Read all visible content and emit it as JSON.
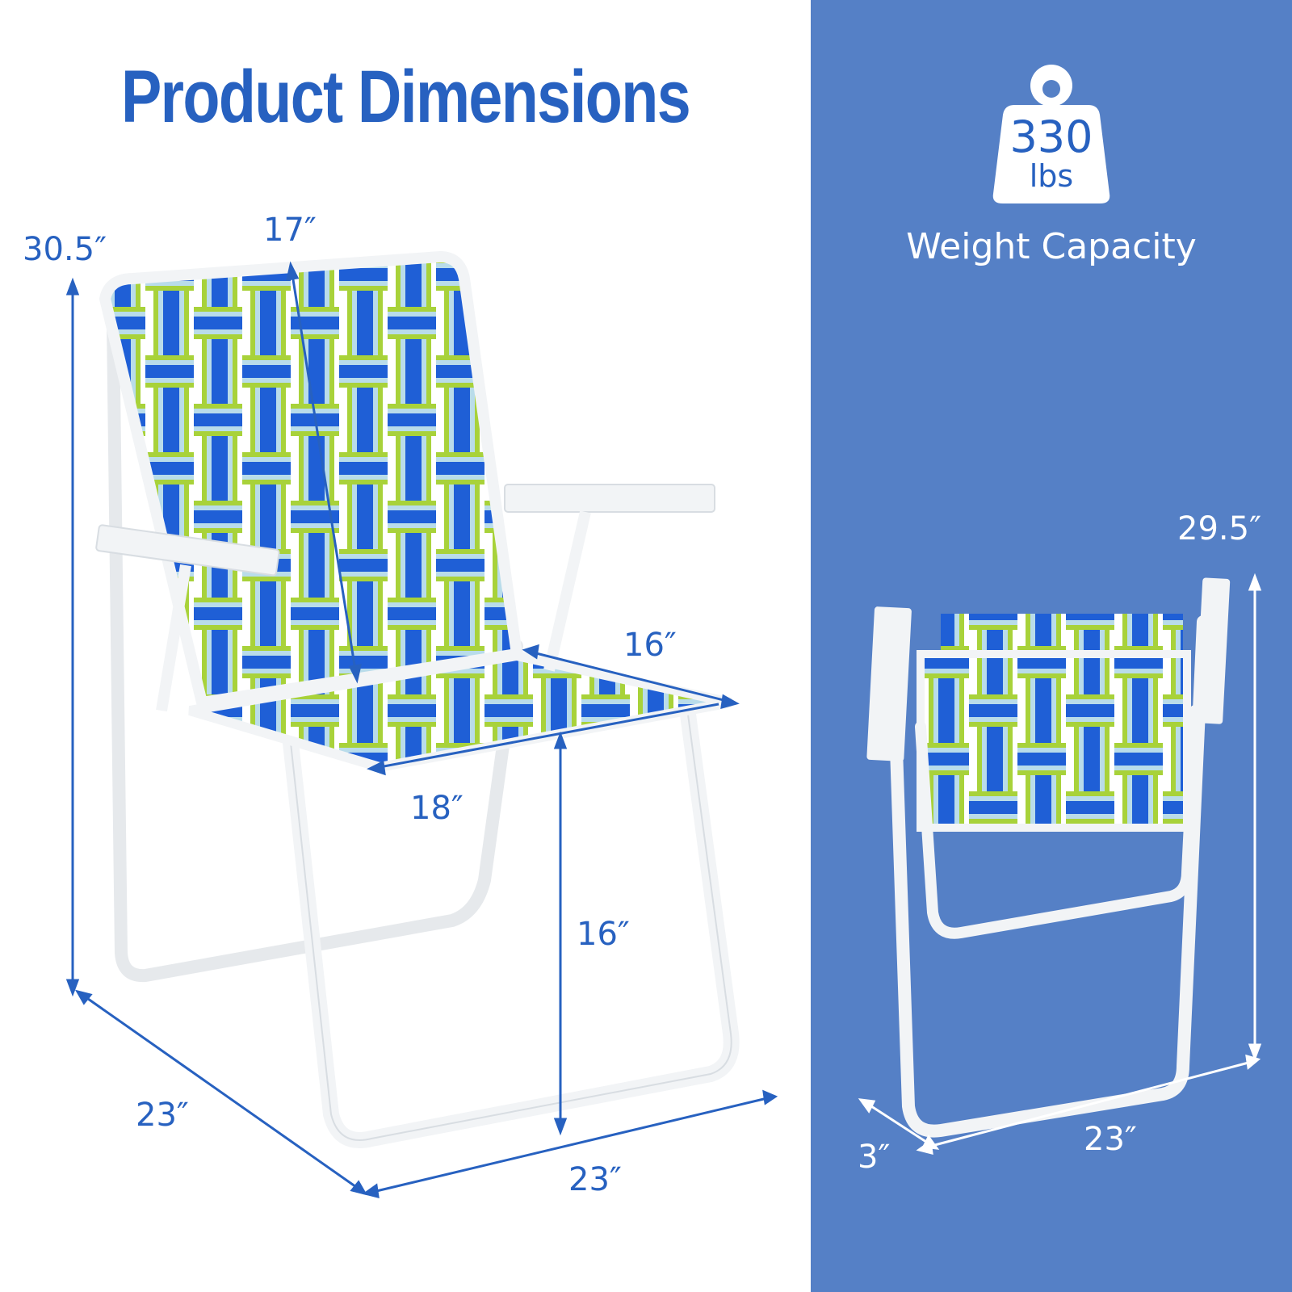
{
  "title": "Product Dimensions",
  "colors": {
    "accent": "#2761c0",
    "panel_background": "#5580c6",
    "background": "#ffffff",
    "webbing_blue": "#1f5fd6",
    "webbing_green": "#a8d23a",
    "webbing_light": "#b9dcea",
    "frame": "#f2f4f6"
  },
  "unfolded_chair": {
    "dimensions": {
      "height": "30.5″",
      "backrest_height": "17″",
      "seat_depth": "16″",
      "seat_width": "18″",
      "seat_height": "16″",
      "base_depth": "23″",
      "base_width": "23″"
    }
  },
  "weight_capacity": {
    "value": "330",
    "unit": "lbs",
    "label": "Weight Capacity",
    "icon": "weight-icon"
  },
  "folded_chair": {
    "dimensions": {
      "height": "29.5″",
      "thickness": "3″",
      "width": "23″"
    }
  }
}
